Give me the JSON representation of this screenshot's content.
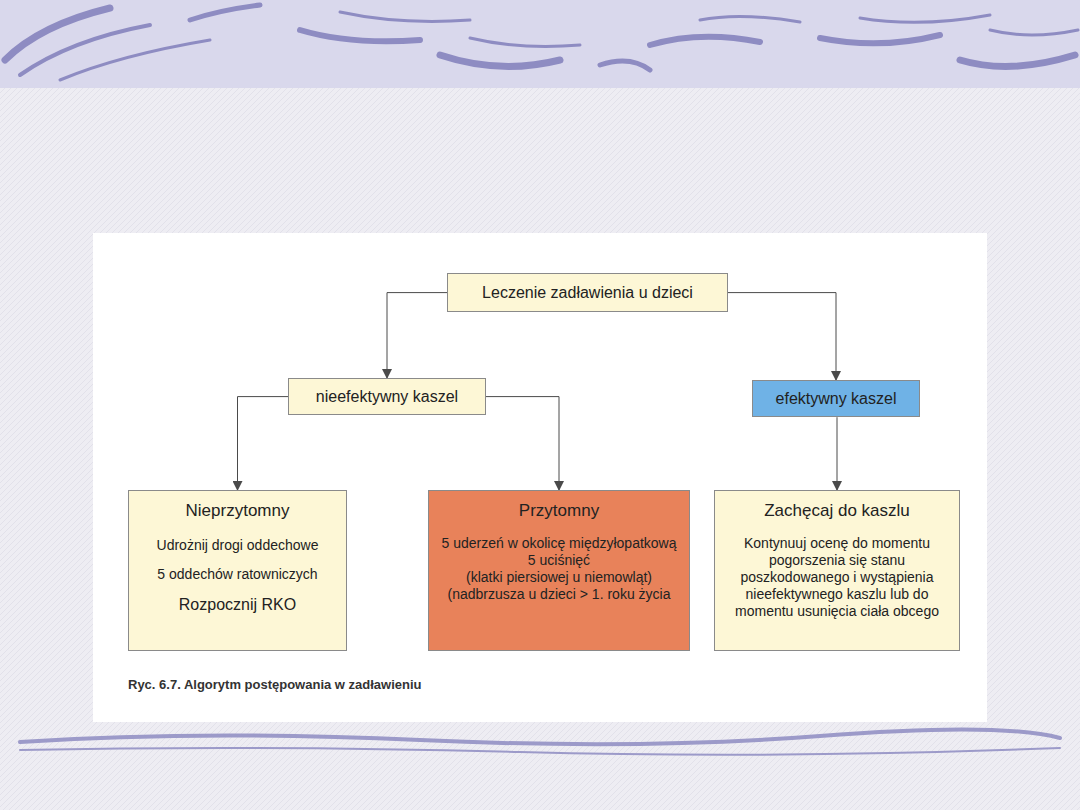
{
  "diagram": {
    "caption": "Ryc. 6.7. Algorytm postępowania w zadławieniu",
    "nodes": [
      {
        "text": [
          "Leczenie zadławienia u dzieci"
        ]
      },
      {
        "text": [
          "nieefektywny kaszel"
        ]
      },
      {
        "text": [
          "efektywny kaszel"
        ]
      },
      {
        "text": [
          "Nieprzytomny",
          "Udrożnij drogi oddechowe",
          "5 oddechów ratowniczych",
          "Rozpocznij RKO"
        ]
      },
      {
        "text": [
          "Przytomny",
          "5 uderzeń w okolicę międzyłopatkową",
          "5 uciśnięć",
          "(klatki piersiowej u niemowląt)",
          "(nadbrzusza u dzieci > 1. roku życia"
        ]
      },
      {
        "text": [
          "Zachęcaj do kaszlu",
          "Kontynuuj ocenę do momentu pogorszenia się stanu poszkodowanego i wystąpienia nieefektywnego kaszlu lub do momentu usunięcia ciała obcego"
        ]
      }
    ],
    "edges": [
      {
        "from": 0,
        "to": 1,
        "arrow": "to"
      },
      {
        "from": 0,
        "to": 2,
        "arrow": "to"
      },
      {
        "from": 1,
        "to": 3,
        "arrow": "to"
      },
      {
        "from": 1,
        "to": 4,
        "arrow": "to"
      },
      {
        "from": 2,
        "to": 5,
        "arrow": "to"
      }
    ]
  }
}
